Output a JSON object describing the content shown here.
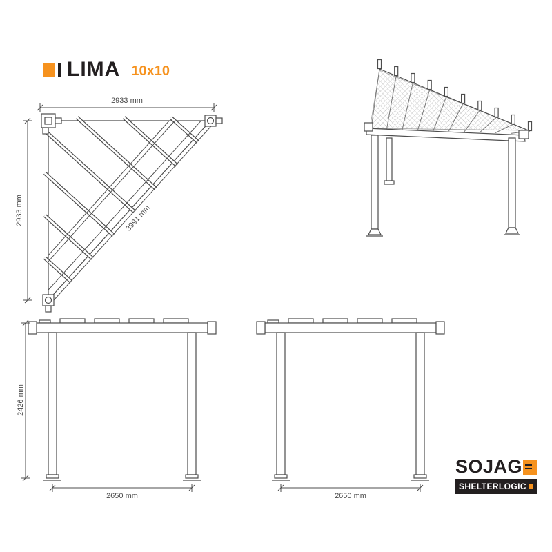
{
  "header": {
    "title": "LIMA",
    "size": "10x10"
  },
  "views": {
    "plan": {
      "width_dim": "2933 mm",
      "height_dim": "2933 mm",
      "diagonal_dim": "3991 mm"
    },
    "front": {
      "height_dim": "2426 mm",
      "width_dim": "2650 mm"
    },
    "side": {
      "width_dim": "2650 mm"
    }
  },
  "brand": {
    "name": "SOJAG",
    "tagline": "SHELTERLOGIC"
  },
  "icons": {
    "brand_mark": "orange-square",
    "sojag_mark": "orange-square-with-slits",
    "shelterlogic_accent": "orange-square-small"
  },
  "colors": {
    "accent_orange": "#F6921E",
    "ink": "#231F20",
    "line_gray": "#4d4d4d",
    "hatch_gray": "#c9c9c9",
    "background": "#ffffff"
  }
}
